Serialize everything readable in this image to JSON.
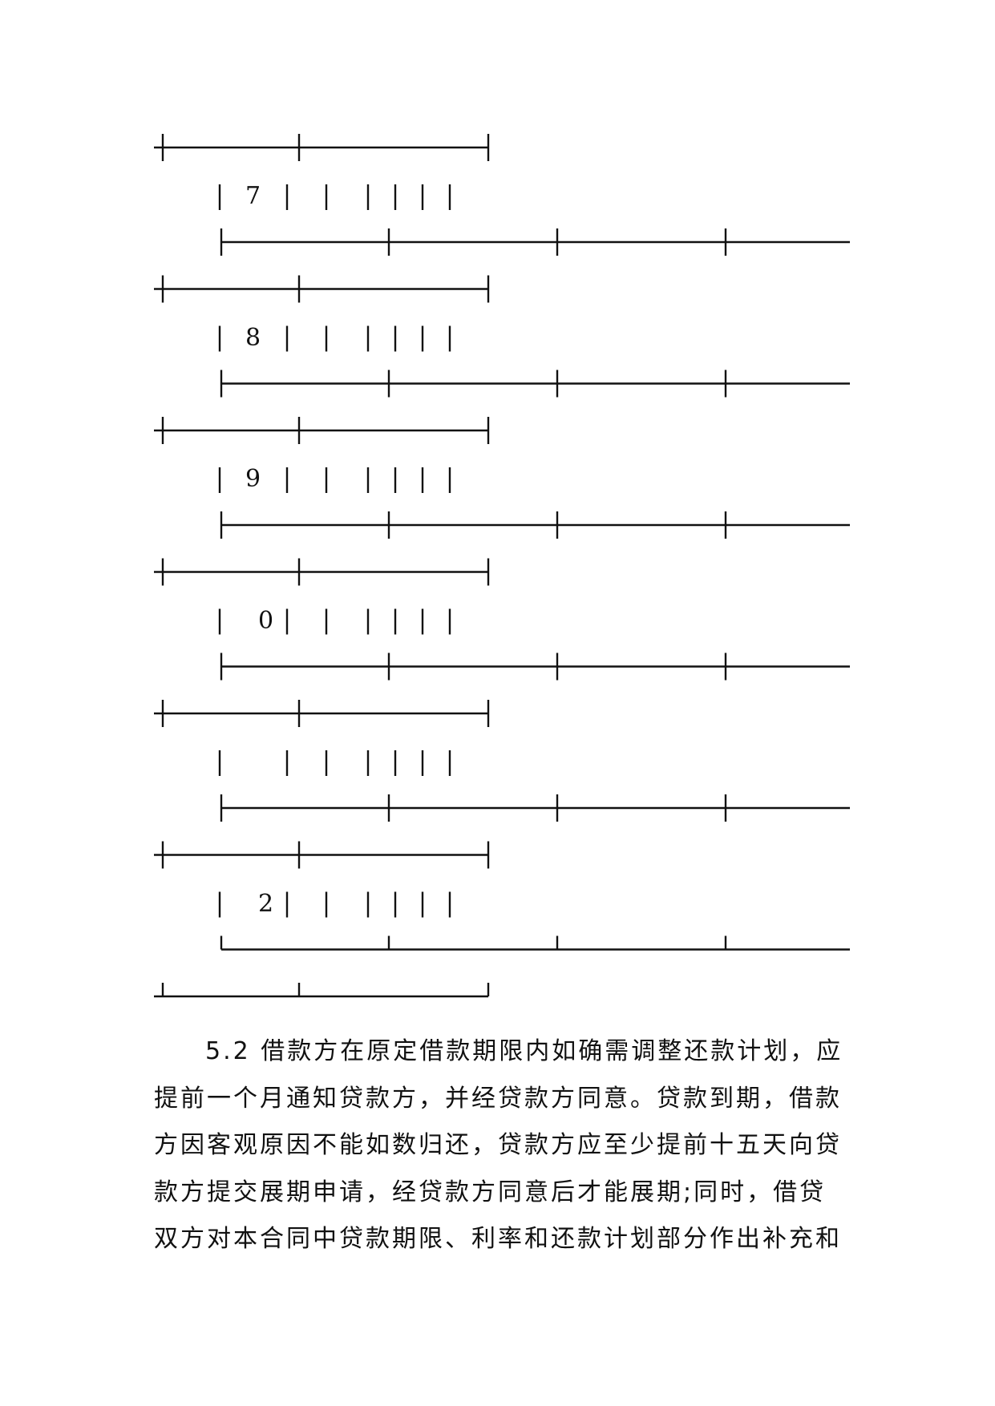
{
  "table_fragment": {
    "row_labels": [
      "7",
      "8",
      "9",
      "0",
      "",
      "2"
    ]
  },
  "paragraph": {
    "lines": [
      "5.2 借款方在原定借款期限内如确需调整还款计划，应",
      "提前一个月通知贷款方，并经贷款方同意。贷款到期，借款",
      "方因客观原因不能如数归还，贷款方应至少提前十五天向贷",
      "款方提交展期申请，经贷款方同意后才能展期;同时，借贷",
      "双方对本合同中贷款期限、利率和还款计划部分作出补充和"
    ]
  }
}
